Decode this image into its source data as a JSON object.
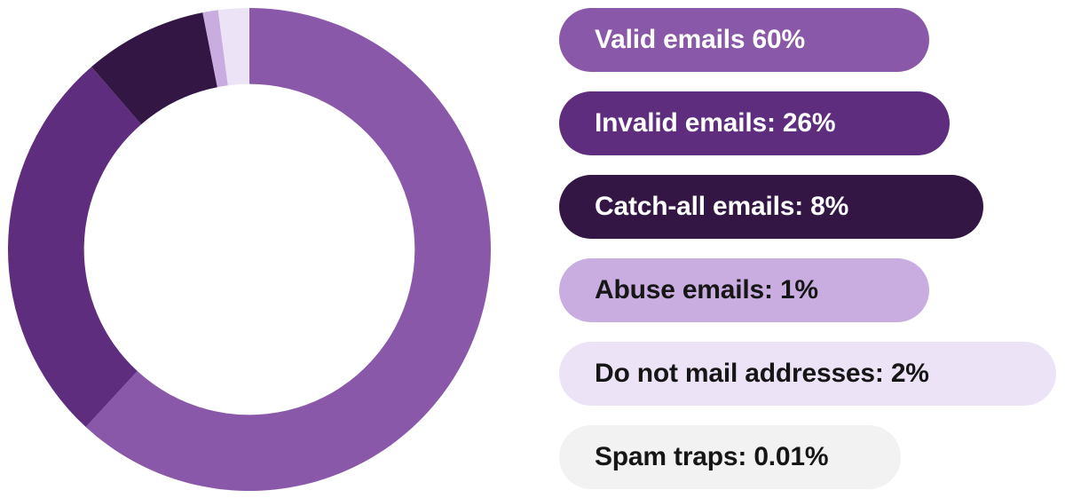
{
  "chart_data": {
    "type": "pie",
    "subtype": "donut",
    "title": "",
    "xlabel": "",
    "ylabel": "",
    "legend_position": "right",
    "grid": false,
    "units": "percent",
    "hole_ratio": 0.685,
    "start_angle_deg": 0,
    "direction": "clockwise",
    "categories": [
      "Valid emails",
      "Invalid emails",
      "Catch-all emails",
      "Abuse emails",
      "Do not mail addresses",
      "Spam traps"
    ],
    "values": [
      60,
      26,
      8,
      1,
      2,
      0.01
    ],
    "value_labels": [
      "60%",
      "26%",
      "8%",
      "1%",
      "2%",
      "0.01%"
    ],
    "colors": [
      "#8a58a8",
      "#5e2d7e",
      "#331644",
      "#c9ade0",
      "#ece3f7",
      "#f2f2f2"
    ]
  },
  "legend": {
    "items": [
      {
        "id": "valid-emails",
        "label": "Valid emails 60%",
        "value": 60,
        "bg": "#8a58a8",
        "fg": "#ffffff"
      },
      {
        "id": "invalid-emails",
        "label": "Invalid emails: 26%",
        "value": 26,
        "bg": "#5e2d7e",
        "fg": "#ffffff"
      },
      {
        "id": "catch-all-emails",
        "label": "Catch-all emails: 8%",
        "value": 8,
        "bg": "#331644",
        "fg": "#ffffff"
      },
      {
        "id": "abuse-emails",
        "label": "Abuse emails: 1%",
        "value": 1,
        "bg": "#c9ade0",
        "fg": "#161616"
      },
      {
        "id": "do-not-mail-addresses",
        "label": "Do not mail addresses: 2%",
        "value": 2,
        "bg": "#ece3f7",
        "fg": "#161616"
      },
      {
        "id": "spam-traps",
        "label": "Spam traps: 0.01%",
        "value": 0.01,
        "bg": "#f2f2f2",
        "fg": "#161616"
      }
    ]
  }
}
